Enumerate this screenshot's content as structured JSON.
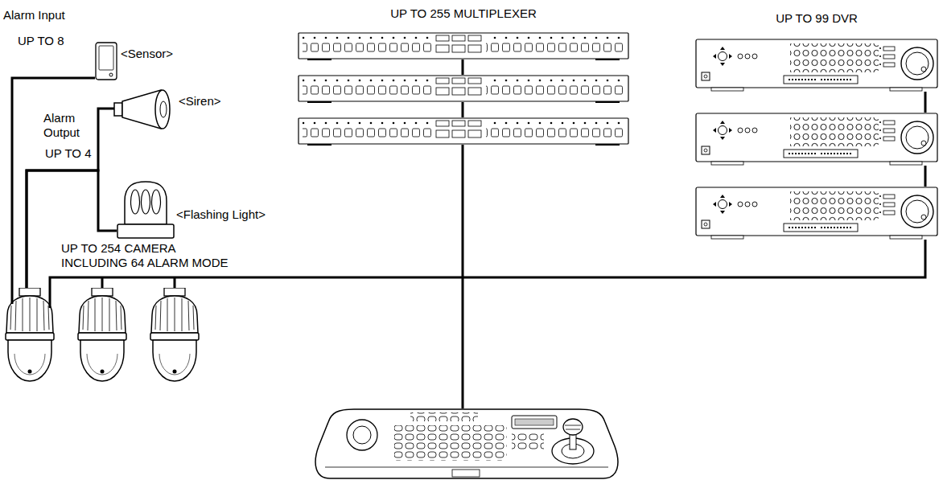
{
  "diagram": {
    "nodes": [
      {
        "text": [
          "<Sensor>"
        ]
      },
      {
        "text": [
          "<Siren>"
        ]
      },
      {
        "text": [
          "<Flashing Light>"
        ]
      },
      {
        "text": [
          "UP TO 254 CAMERA INCLUDING 64 ALARM MODE"
        ]
      },
      {
        "text": [
          "UP TO 255 MULTIPLEXER"
        ]
      },
      {
        "text": [
          "UP TO 99 DVR"
        ]
      }
    ],
    "edges": [
      {
        "from": 0,
        "to": 3,
        "arrow": "none"
      },
      {
        "from": 1,
        "to": 3,
        "arrow": "none"
      },
      {
        "from": 2,
        "to": 3,
        "arrow": "none"
      },
      {
        "from": 3,
        "to": 5,
        "arrow": "none"
      }
    ],
    "labels": [
      "Alarm Input",
      "UP TO 8",
      "Alarm Output",
      "UP TO 4"
    ]
  }
}
